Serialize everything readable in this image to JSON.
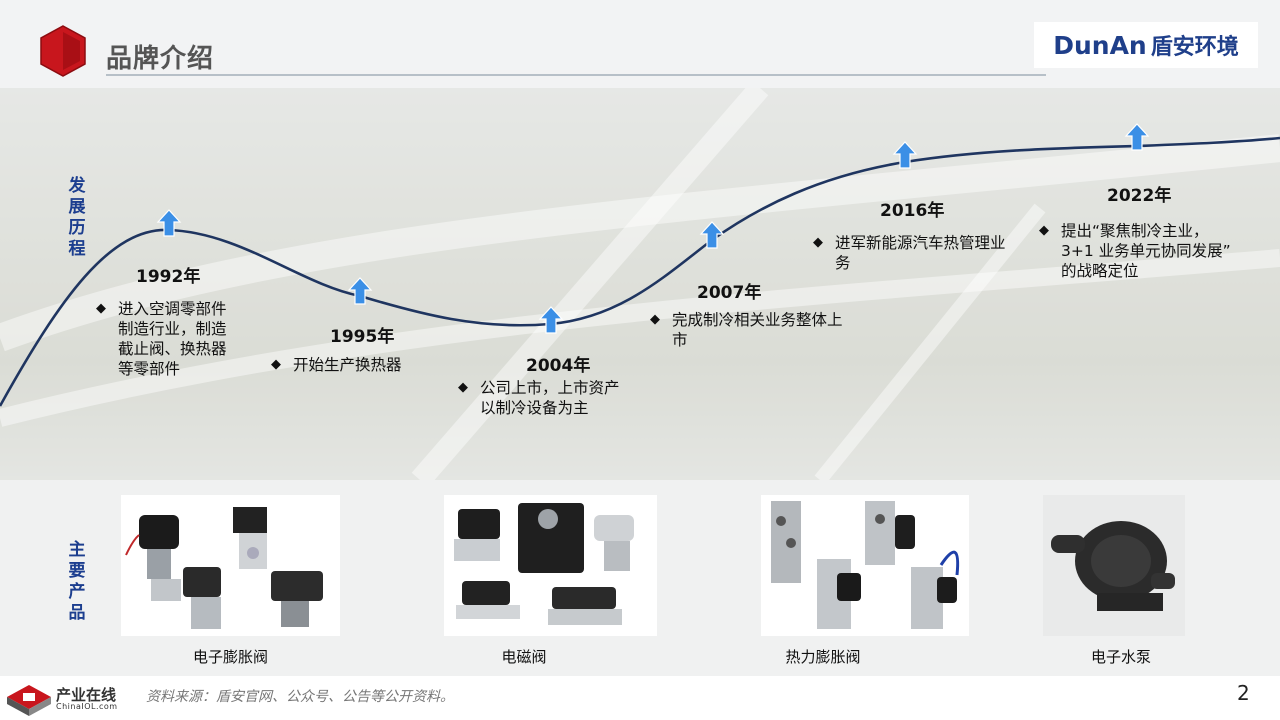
{
  "header": {
    "title": "品牌介绍",
    "logo_latin": "DunAn",
    "logo_cn": "盾安环境"
  },
  "timeline": {
    "side_label": [
      "发",
      "展",
      "历",
      "程"
    ],
    "events": [
      {
        "year": "1992年",
        "lines": [
          "进入空调零部件",
          "制造行业，制造",
          "截止阀、换热器",
          "等零部件"
        ]
      },
      {
        "year": "1995年",
        "lines": [
          "开始生产换热器"
        ]
      },
      {
        "year": "2004年",
        "lines": [
          "公司上市，上市资产",
          "以制冷设备为主"
        ]
      },
      {
        "year": "2007年",
        "lines": [
          "完成制冷相关业务整体上",
          "市"
        ]
      },
      {
        "year": "2016年",
        "lines": [
          "进军新能源汽车热管理业",
          "务"
        ]
      },
      {
        "year": "2022年",
        "lines": [
          "提出“聚焦制冷主业，",
          "3+1 业务单元协同发展”",
          "的战略定位"
        ]
      }
    ],
    "bullet": "◆",
    "colors": {
      "curve": "#1f3560",
      "arrow": "#3b8fe6"
    }
  },
  "products": {
    "side_label": [
      "主",
      "要",
      "产",
      "品"
    ],
    "items": [
      {
        "label": "电子膨胀阀"
      },
      {
        "label": "电磁阀"
      },
      {
        "label": "热力膨胀阀"
      },
      {
        "label": "电子水泵"
      }
    ]
  },
  "footer": {
    "brand": "产业在线",
    "brand_sub": "ChinaIOL.com",
    "source": "资料来源：盾安官网、公众号、公告等公开资料。",
    "page_number": "2"
  }
}
